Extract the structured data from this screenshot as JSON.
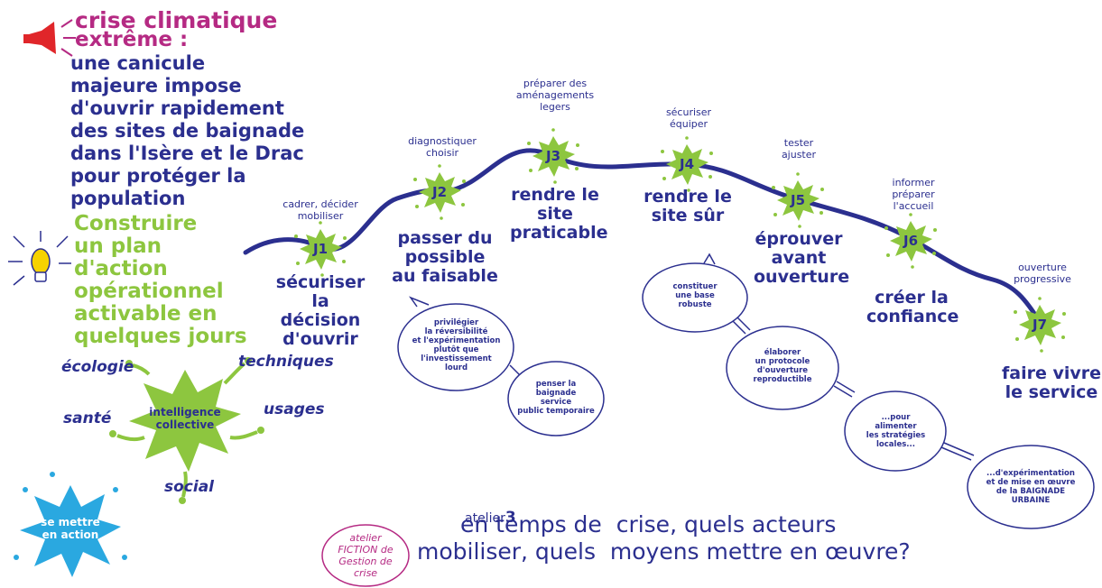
{
  "title": {
    "line1": "crise climatique",
    "line2": "extrême :"
  },
  "intro": "une canicule\nmajeure impose\nd'ouvrir rapidement\ndes sites de baignade\ndans l'Isère et le Drac\npour protéger la\npopulation",
  "goal": "Construire\nun plan d'action\nopérationnel\nactivable en\nquelques jours",
  "steps": [
    {
      "node": "J1",
      "top": "cadrer, décider\nmobiliser",
      "bottom": "sécuriser\nla décision\nd'ouvrir"
    },
    {
      "node": "J2",
      "top": "diagnostiquer\nchoisir",
      "bottom": "passer du\npossible\nau faisable"
    },
    {
      "node": "J3",
      "top": "préparer des\naménagements\nlegers",
      "bottom": "rendre le\nsite\npraticable"
    },
    {
      "node": "J4",
      "top": "sécuriser\néquiper",
      "bottom": "rendre le\nsite sûr"
    },
    {
      "node": "J5",
      "top": "tester\najuster",
      "bottom": "éprouver\navant\nouverture"
    },
    {
      "node": "J6",
      "top": "informer\npréparer\nl'accueil",
      "bottom": "créer la\nconfiance"
    },
    {
      "node": "J7",
      "top": "ouverture\nprogressive",
      "bottom": "faire vivre\nle service"
    }
  ],
  "bubbles_left": [
    "privilégier\nla réversibilité\net l'expérimentation\nplutôt que\nl'investissement\nlourd",
    "penser la\nbaignade\nservice\npublic temporaire"
  ],
  "bubbles_right": [
    "constituer\nune base\nrobuste",
    "élaborer\nun protocole\nd'ouverture\nreproductible",
    "...pour\nalimenter\nles stratégies\nlocales...",
    "...d'expérimentation\net de mise en œuvre\nde la BAIGNADE\nURBAINE"
  ],
  "collective": {
    "center": "intelligence\ncollective",
    "words": {
      "ecologie": "écologie",
      "techniques": "techniques",
      "sante": "santé",
      "usages": "usages",
      "social": "social"
    }
  },
  "action": "se mettre\nen action",
  "workshop": {
    "atelier": "atelier",
    "number": "3",
    "question_line1": "en temps de  crise, quels acteurs",
    "question_line2": "mobiliser, quels  moyens mettre en œuvre?",
    "badge": "atelier\nFICTION de\nGestion de\ncrise"
  },
  "colors": {
    "navy": "#2b2f8f",
    "green": "#8dc63f",
    "pink": "#b52a83",
    "blue": "#2aa8e0",
    "red": "#e0262a",
    "yellow": "#f6d200"
  }
}
